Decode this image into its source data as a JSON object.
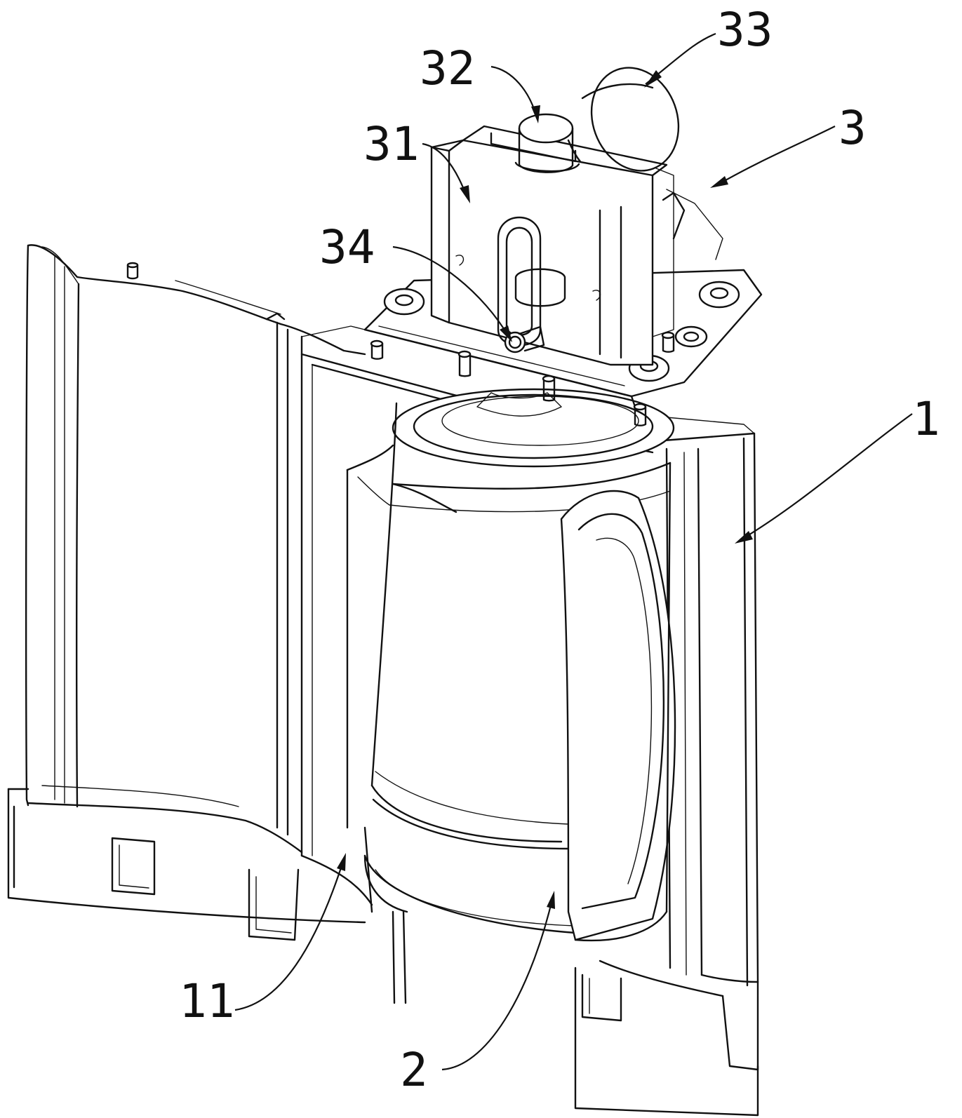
{
  "figure": {
    "labels": [
      {
        "id": "label-33",
        "text": "33"
      },
      {
        "id": "label-32",
        "text": "32"
      },
      {
        "id": "label-31",
        "text": "31"
      },
      {
        "id": "label-3",
        "text": "3"
      },
      {
        "id": "label-34",
        "text": "34"
      },
      {
        "id": "label-1",
        "text": "1"
      },
      {
        "id": "label-11",
        "text": "11"
      },
      {
        "id": "label-2",
        "text": "2"
      }
    ]
  }
}
